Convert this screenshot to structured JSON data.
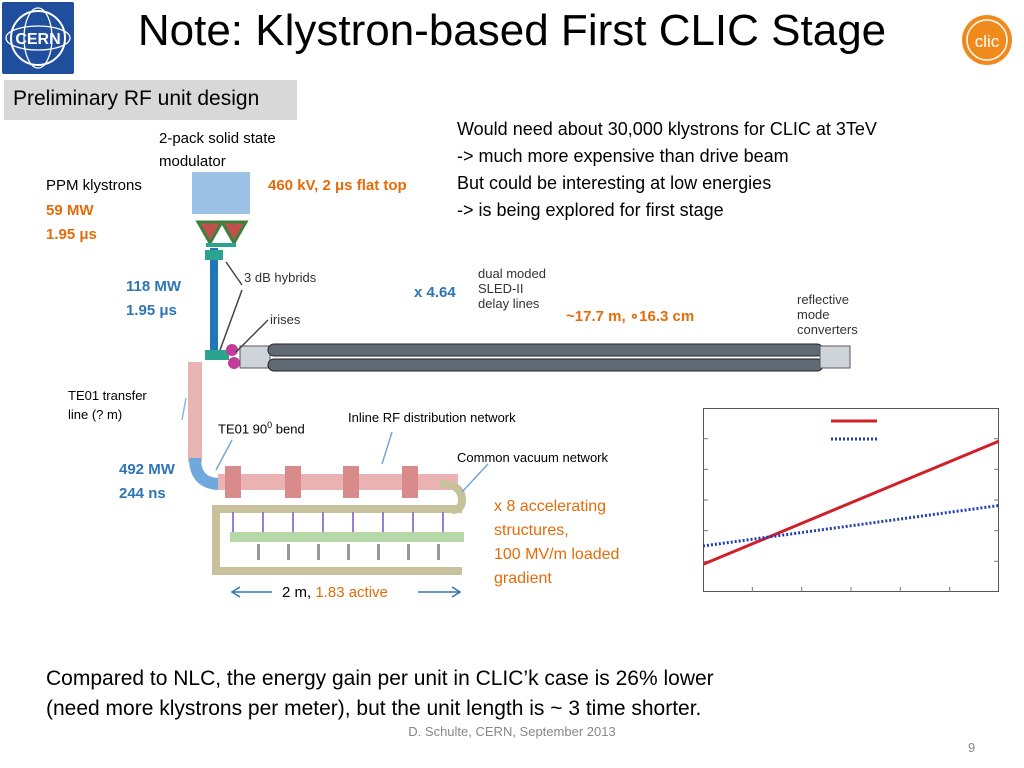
{
  "slide": {
    "title": "Note: Klystron-based First CLIC Stage",
    "subtitle": "Preliminary RF unit design",
    "footer": "D. Schulte, CERN, September 2013",
    "page_number": "9"
  },
  "logos": {
    "cern": "CERN",
    "clic": "clic"
  },
  "labels": {
    "modulator_line1": "2-pack solid state",
    "modulator_line2": "modulator",
    "modulator_spec": "460 kV, 2 μs flat top",
    "ppm_klystrons": "PPM klystrons",
    "klystron_power": "59 MW",
    "klystron_pulse": "1.95 μs",
    "hybrid_power": "118 MW",
    "hybrid_pulse": "1.95 μs",
    "hybrids": "3 dB hybrids",
    "irises": "irises",
    "multiplier": "x 4.64",
    "sled_line1": "dual moded",
    "sled_line2": "SLED-II",
    "sled_line3": "delay lines",
    "sled_dims": "~17.7 m, ∘16.3 cm",
    "reflective_line1": "reflective",
    "reflective_line2": "mode",
    "reflective_line3": "converters",
    "te01_line1": "TE01 transfer",
    "te01_line2": "line (? m)",
    "bend_main": "TE01 90",
    "bend_sup": "0",
    "bend_tail": " bend",
    "inline_rf": "Inline RF distribution network",
    "vacuum": "Common vacuum network",
    "line_power": "492 MW",
    "line_pulse": "244 ns",
    "structures_line1": "x 8 accelerating",
    "structures_line2": "structures,",
    "structures_line3": "100 MV/m loaded",
    "structures_line4": "gradient",
    "length_prefix": "2 m, ",
    "length_active": "1.83 active"
  },
  "notes": [
    "Would need about 30,000 klystrons for CLIC at 3TeV",
    "-> much more expensive than drive beam",
    "But could be interesting at low energies",
    "-> is being explored for first stage"
  ],
  "conclusion": [
    "Compared to NLC, the energy gain per unit in CLIC’k case is 26% lower",
    "(need more klystrons per meter), but the unit length  is ~ 3 time shorter."
  ],
  "colors": {
    "orange": "#e36c09",
    "blue": "#2e75b6",
    "red_line": "#d0202a",
    "blue_dotted": "#1f3fae",
    "cern_blue": "#1f4e9c",
    "clic_orange": "#f18a1c"
  },
  "chart_data": {
    "type": "line",
    "title": "",
    "xlabel": "",
    "ylabel": "",
    "series": [
      {
        "style": "solid",
        "color": "#d0202a",
        "start_fraction": 0.15,
        "end_fraction": 0.82
      },
      {
        "style": "dotted",
        "color": "#1f3fae",
        "start_fraction": 0.25,
        "end_fraction": 0.47
      }
    ],
    "grid": false,
    "legend": "top-center, two entries without labels"
  }
}
